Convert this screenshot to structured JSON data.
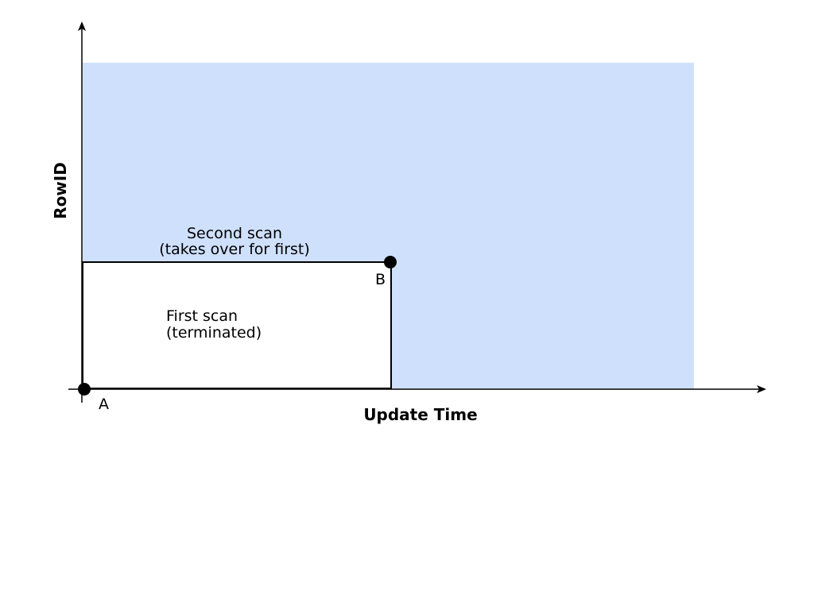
{
  "diagram": {
    "x_axis_title": "Update Time",
    "y_axis_title": "RowID",
    "second_scan": {
      "line1": "Second scan",
      "line2": "(takes over for first)"
    },
    "first_scan": {
      "line1": "First scan",
      "line2": "(terminated)"
    },
    "points": {
      "a": "A",
      "b": "B"
    }
  },
  "colors": {
    "second_scan_fill": "#cfe0fc",
    "first_scan_fill": "#ffffff",
    "stroke": "#000000"
  }
}
